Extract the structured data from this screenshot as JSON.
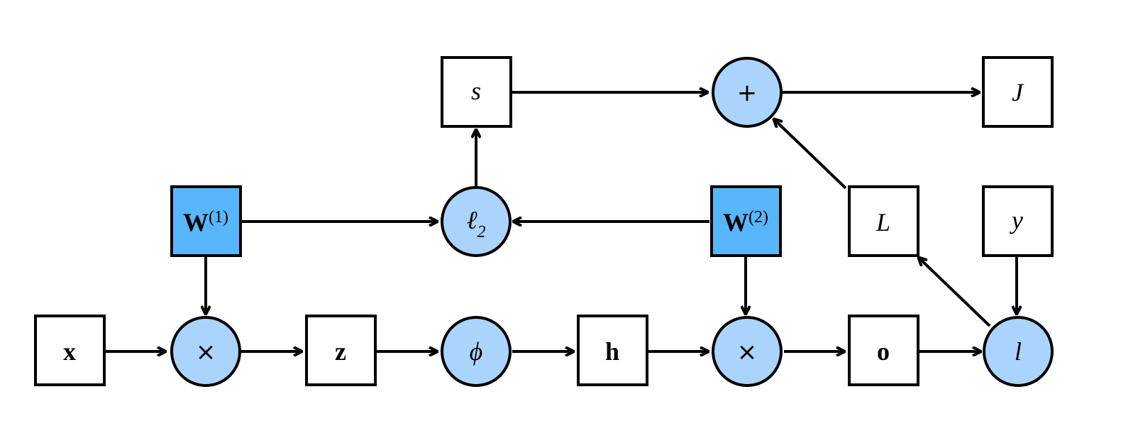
{
  "nodes": {
    "x": {
      "label": "x"
    },
    "mul1": {
      "label": "×"
    },
    "z": {
      "label": "z"
    },
    "phi": {
      "label": "ϕ"
    },
    "h": {
      "label": "h"
    },
    "mul2": {
      "label": "×"
    },
    "o": {
      "label": "o"
    },
    "l": {
      "label": "l"
    },
    "W1": {
      "label": "W",
      "superscript": "(1)"
    },
    "l2": {
      "label": "ℓ",
      "subscript": "2"
    },
    "W2": {
      "label": "W",
      "superscript": "(2)"
    },
    "L": {
      "label": "L"
    },
    "y": {
      "label": "y"
    },
    "s": {
      "label": "s"
    },
    "plus": {
      "label": "+"
    },
    "J": {
      "label": "J"
    }
  },
  "colors": {
    "variable_box": "#ffffff",
    "parameter_box": "#58b6fc",
    "operator_circle": "#aad4fb",
    "stroke": "#000000"
  }
}
